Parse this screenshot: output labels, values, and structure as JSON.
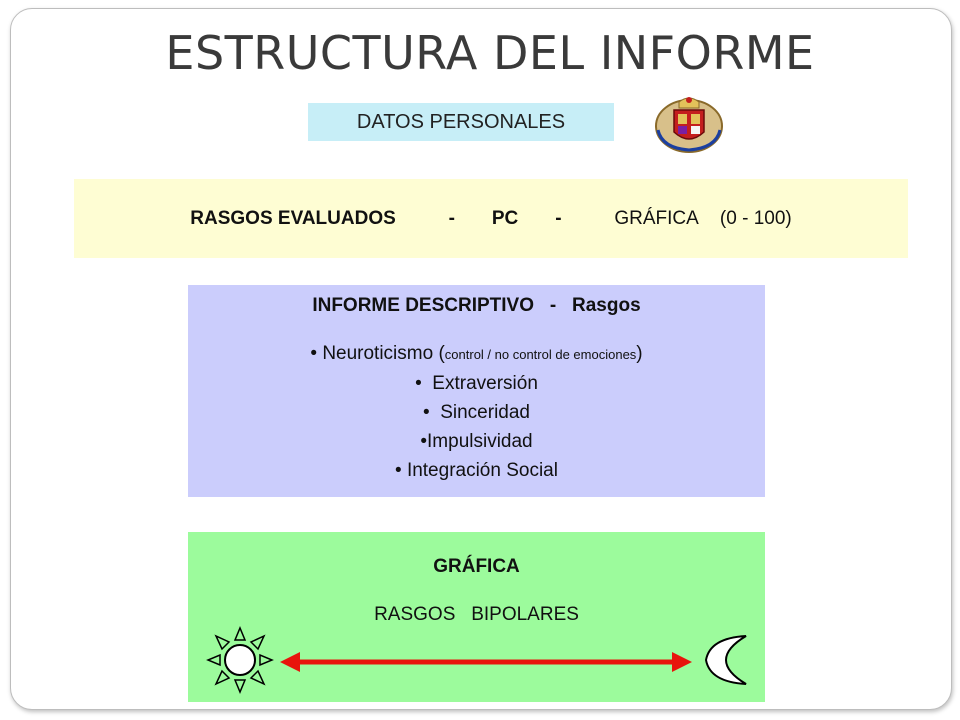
{
  "slide": {
    "title": "ESTRUCTURA DEL INFORME",
    "datos_personales": "DATOS PERSONALES",
    "rasgos_band": {
      "part1": "RASGOS EVALUADOS",
      "sep1": "-",
      "part2": "PC",
      "sep2": "-",
      "part3": "GRÁFICA",
      "part4": "(0 - 100)"
    },
    "informe": {
      "title": "INFORME DESCRIPTIVO   -   Rasgos",
      "items": [
        {
          "bullet": "• ",
          "text": "Neuroticismo (",
          "small": "control / no control de emociones",
          "after": ")"
        },
        {
          "bullet": "•  ",
          "text": "Extraversión"
        },
        {
          "bullet": "•  ",
          "text": "Sinceridad"
        },
        {
          "bullet": "•",
          "text": "Impulsividad"
        },
        {
          "bullet": "• ",
          "text": "Integración Social"
        }
      ]
    },
    "grafica": {
      "title": "GRÁFICA",
      "subtitle": "RASGOS   BIPOLARES"
    }
  },
  "colors": {
    "datos_bg": "#c7eef7",
    "rasgos_bg": "#fefdd3",
    "informe_bg": "#cbcdfc",
    "grafica_bg": "#9cfb9c",
    "arrow": "#e8140c"
  },
  "icons": [
    "crest-emblem-icon",
    "sun-icon",
    "moon-icon",
    "double-arrow-icon"
  ]
}
